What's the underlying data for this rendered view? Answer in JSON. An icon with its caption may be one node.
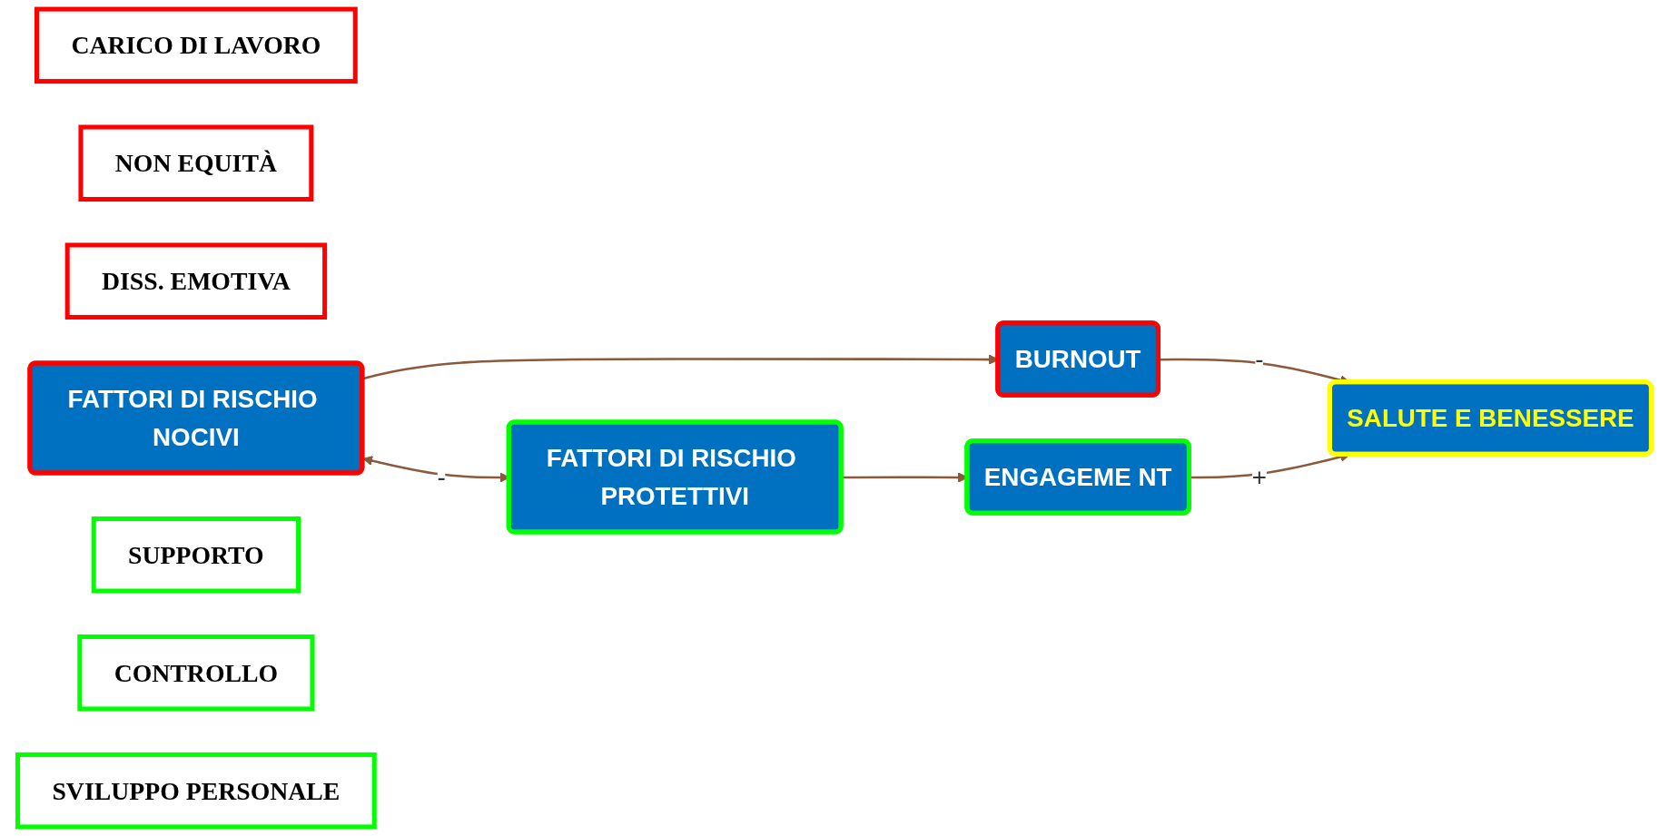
{
  "diagram": {
    "nodes": [
      {
        "text": [
          "CARICO DI LAVORO"
        ]
      },
      {
        "text": [
          "NON EQUITÀ"
        ]
      },
      {
        "text": [
          "DISS. EMOTIVA"
        ]
      },
      {
        "text": [
          "FATTORI DI RISCHIO NOCIVI"
        ]
      },
      {
        "text": [
          "BURNOUT"
        ]
      },
      {
        "text": [
          "SALUTE E BENESSERE"
        ]
      },
      {
        "text": [
          "FATTORI DI RISCHIO PROTETTIVI"
        ]
      },
      {
        "text": [
          "ENGAGEME NT"
        ]
      },
      {
        "text": [
          "SUPPORTO"
        ]
      },
      {
        "text": [
          "CONTROLLO"
        ]
      },
      {
        "text": [
          "SVILUPPO PERSONALE"
        ]
      }
    ],
    "edges": [
      {
        "from": 3,
        "to": 6,
        "arrow": "both",
        "label": "-"
      },
      {
        "from": 3,
        "to": 4,
        "arrow": "to"
      },
      {
        "from": 6,
        "to": 7,
        "arrow": "to"
      },
      {
        "from": 4,
        "to": 5,
        "arrow": "to",
        "label": "-"
      },
      {
        "from": 7,
        "to": 5,
        "arrow": "to",
        "label": "+"
      }
    ]
  }
}
